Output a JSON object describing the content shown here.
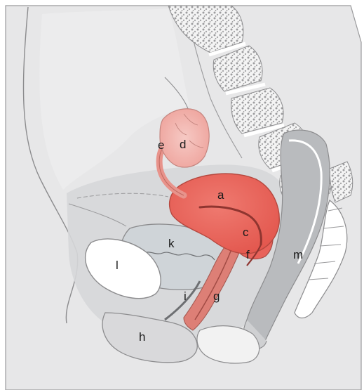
{
  "figure": {
    "labels": {
      "a": "a",
      "c": "c",
      "d": "d",
      "e": "e",
      "f": "f",
      "g": "g",
      "h": "h",
      "i": "i",
      "k": "k",
      "l": "l",
      "m": "m"
    }
  },
  "colors": {
    "body_fill": "#e7e7e8",
    "outline": "#8c8c8e",
    "pelvic_cavity": "#d6d7d9",
    "uterus": "#e8625a",
    "ovary": "#f0b2ad",
    "vagina": "#dd7f76",
    "bladder": "#cfd4d8",
    "rectum": "#b9bbbe",
    "bone": "#ffffff",
    "vertebra_texture": "#9d9d9f"
  }
}
